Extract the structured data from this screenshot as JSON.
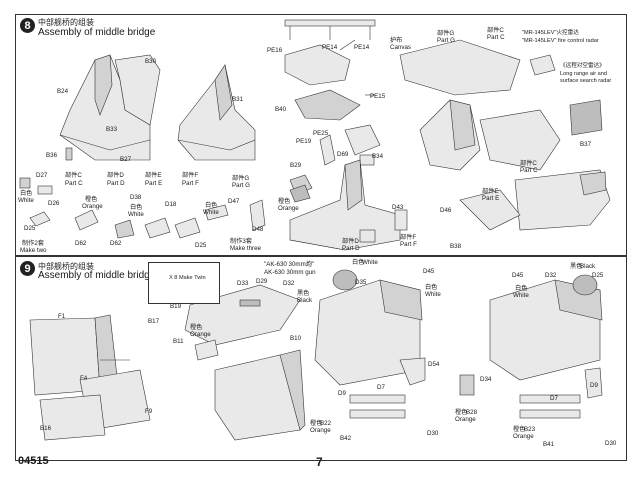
{
  "footer": {
    "product_code": "04515",
    "page_number": "7"
  },
  "step8": {
    "number": "8",
    "title_cn": "中部舰桥的组装",
    "title_en": "Assembly of middle bridge",
    "labels": {
      "b30": "B30",
      "b24": "B24",
      "b33": "B33",
      "b36": "B36",
      "b27": "B27",
      "b31": "B31",
      "pe16": "PE16",
      "pe14": "PE14",
      "pe14b": "PE14",
      "b40": "B40",
      "pe15": "PE15",
      "pe25": "PE25",
      "pe19": "PE19",
      "b29": "B29",
      "d69": "D69",
      "b34": "B34",
      "d43": "D43",
      "orange_cn": "橙色",
      "orange": "Orange",
      "partd_cn": "部件D",
      "partd": "Part D",
      "partf_cn": "部件F",
      "partf": "Part F",
      "b37": "B37",
      "d46": "D46",
      "b38": "B38",
      "partc_cn": "部件C",
      "partc": "Part C",
      "parte_cn": "部件E",
      "parte": "Part E",
      "canvas_cn": "护布",
      "canvas": "Canvas",
      "partg_cn": "部件G",
      "partg": "Part G",
      "partc2_cn": "部件C",
      "partc2": "Part C",
      "radar1_cn": "\"MR-145LEV\"火控雷达",
      "radar1": "\"MR-145LEV\" fire control radar",
      "radar2_cn": "《远程对空雷达》",
      "radar2a": "Long range air and",
      "radar2b": "surface search radar"
    },
    "subparts": {
      "d27": "D27",
      "white_cn": "白色",
      "white": "White",
      "d26": "D26",
      "d25": "D25",
      "make2_cn": "制作2套",
      "make2": "Make two",
      "partc_cn": "部件C",
      "partc": "Part C",
      "partd_cn": "部件D",
      "partd": "Part D",
      "parte_cn": "部件E",
      "parte": "Part E",
      "partf_cn": "部件F",
      "partf": "Part F",
      "partg_cn": "部件G",
      "partg": "Part G",
      "orange_cn": "橙色",
      "orange": "Orange",
      "white2_cn": "白色",
      "white2": "White",
      "d62": "D62",
      "d62b": "D62",
      "d38": "D38",
      "d18": "D18",
      "d25b": "D25",
      "d47": "D47",
      "d48": "D48",
      "make3_cn": "制作3套",
      "make3": "Make three",
      "white3_cn": "白色",
      "white3": "White"
    }
  },
  "step9": {
    "number": "9",
    "title_cn": "中部舰桥的组装",
    "title_en": "Assembly of middle bridge",
    "labels": {
      "f1": "F1",
      "b17": "B17",
      "f4": "F4",
      "f9": "F9",
      "b16": "B16",
      "b19": "B19",
      "inset_text": "X 8  Make Twin",
      "d33": "D33",
      "d29": "D29",
      "d32": "D32",
      "black_cn": "黑色",
      "black": "Black",
      "ak1": "\"AK-630 30mm炮\"",
      "ak2": "AK-630 30mm gun",
      "white_cn": "白色",
      "white": "White",
      "d35": "D35",
      "orange_cn": "橙色",
      "orange": "Orange",
      "b11": "B11",
      "b10": "B10",
      "d45": "D45",
      "white2_cn": "白色",
      "white2": "White",
      "d9": "D9",
      "d7": "D7",
      "d54": "D54",
      "d34": "D34",
      "orange2_cn": "橙色",
      "orange2": "Orange",
      "b22": "B22",
      "b42": "B42",
      "d30": "D30",
      "orange3_cn": "橙色",
      "orange3": "Orange",
      "b28": "B28",
      "d45b": "D45",
      "d32b": "D32",
      "black2_cn": "黑色",
      "black2": "Black",
      "d25": "D25",
      "white3_cn": "白色",
      "white3": "White",
      "d7b": "D7",
      "d9b": "D9",
      "orange4_cn": "橙色",
      "orange4": "Orange",
      "b23": "B23",
      "b41": "B41",
      "d30b": "D30"
    }
  }
}
